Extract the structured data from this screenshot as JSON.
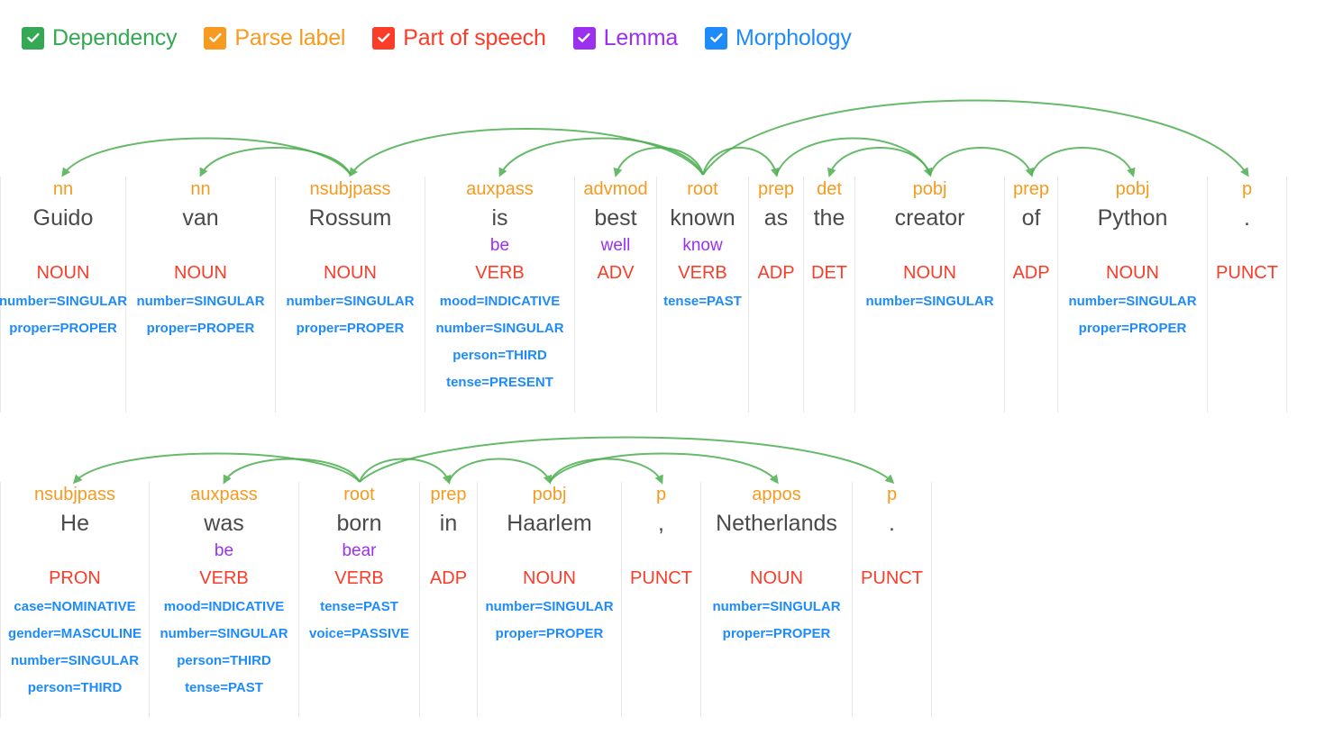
{
  "legend": {
    "items": [
      {
        "label": "Dependency",
        "color": "#34a853",
        "icon": "checkbox-checked-icon",
        "checked": true
      },
      {
        "label": "Parse label",
        "color": "#f79a1f",
        "icon": "checkbox-checked-icon",
        "checked": true
      },
      {
        "label": "Part of speech",
        "color": "#fa3c28",
        "icon": "checkbox-checked-icon",
        "checked": true
      },
      {
        "label": "Lemma",
        "color": "#9b30ef",
        "icon": "checkbox-checked-icon",
        "checked": true
      },
      {
        "label": "Morphology",
        "color": "#1e8bfa",
        "icon": "checkbox-checked-icon",
        "checked": true
      }
    ]
  },
  "colors": {
    "dependency_arc": "#4caf50",
    "parse_label": "#f79a1f",
    "word": "#4a4a4a",
    "lemma": "#9b30ef",
    "part_of_speech": "#fa3c28",
    "morphology": "#1e8bfa",
    "divider": "#e8e8e8",
    "background": "#ffffff"
  },
  "sentences": [
    {
      "text": "Guido van Rossum is best known as the creator of Python .",
      "tokens": [
        {
          "word": "Guido",
          "dep": "nn",
          "lemma": "",
          "pos": "NOUN",
          "morph": [
            "number=SINGULAR",
            "proper=PROPER"
          ],
          "width": 140,
          "head": 2
        },
        {
          "word": "van",
          "dep": "nn",
          "lemma": "",
          "pos": "NOUN",
          "morph": [
            "number=SINGULAR",
            "proper=PROPER"
          ],
          "width": 166,
          "head": 2
        },
        {
          "word": "Rossum",
          "dep": "nsubjpass",
          "lemma": "",
          "pos": "NOUN",
          "morph": [
            "number=SINGULAR",
            "proper=PROPER"
          ],
          "width": 166,
          "head": 5
        },
        {
          "word": "is",
          "dep": "auxpass",
          "lemma": "be",
          "pos": "VERB",
          "morph": [
            "mood=INDICATIVE",
            "number=SINGULAR",
            "person=THIRD",
            "tense=PRESENT"
          ],
          "width": 166,
          "head": 5
        },
        {
          "word": "best",
          "dep": "advmod",
          "lemma": "well",
          "pos": "ADV",
          "morph": [],
          "width": 91,
          "head": 5
        },
        {
          "word": "known",
          "dep": "root",
          "lemma": "know",
          "pos": "VERB",
          "morph": [
            "tense=PAST"
          ],
          "width": 102,
          "head": 5
        },
        {
          "word": "as",
          "dep": "prep",
          "lemma": "",
          "pos": "ADP",
          "morph": [],
          "width": 61,
          "head": 5
        },
        {
          "word": "the",
          "dep": "det",
          "lemma": "",
          "pos": "DET",
          "morph": [],
          "width": 57,
          "head": 8
        },
        {
          "word": "creator",
          "dep": "pobj",
          "lemma": "",
          "pos": "NOUN",
          "morph": [
            "number=SINGULAR"
          ],
          "width": 166,
          "head": 6
        },
        {
          "word": "of",
          "dep": "prep",
          "lemma": "",
          "pos": "ADP",
          "morph": [],
          "width": 59,
          "head": 8
        },
        {
          "word": "Python",
          "dep": "pobj",
          "lemma": "",
          "pos": "NOUN",
          "morph": [
            "number=SINGULAR",
            "proper=PROPER"
          ],
          "width": 166,
          "head": 9
        },
        {
          "word": ".",
          "dep": "p",
          "lemma": "",
          "pos": "PUNCT",
          "morph": [],
          "width": 88,
          "head": 5
        }
      ]
    },
    {
      "text": "He was born in Haarlem , Netherlands .",
      "tokens": [
        {
          "word": "He",
          "dep": "nsubjpass",
          "lemma": "",
          "pos": "PRON",
          "morph": [
            "case=NOMINATIVE",
            "gender=MASCULINE",
            "number=SINGULAR",
            "person=THIRD"
          ],
          "width": 166,
          "head": 2
        },
        {
          "word": "was",
          "dep": "auxpass",
          "lemma": "be",
          "pos": "VERB",
          "morph": [
            "mood=INDICATIVE",
            "number=SINGULAR",
            "person=THIRD",
            "tense=PAST"
          ],
          "width": 166,
          "head": 2
        },
        {
          "word": "born",
          "dep": "root",
          "lemma": "bear",
          "pos": "VERB",
          "morph": [
            "tense=PAST",
            "voice=PASSIVE"
          ],
          "width": 134,
          "head": 2
        },
        {
          "word": "in",
          "dep": "prep",
          "lemma": "",
          "pos": "ADP",
          "morph": [],
          "width": 64,
          "head": 2
        },
        {
          "word": "Haarlem",
          "dep": "pobj",
          "lemma": "",
          "pos": "NOUN",
          "morph": [
            "number=SINGULAR",
            "proper=PROPER"
          ],
          "width": 160,
          "head": 3
        },
        {
          "word": ",",
          "dep": "p",
          "lemma": "",
          "pos": "PUNCT",
          "morph": [],
          "width": 88,
          "head": 4
        },
        {
          "word": "Netherlands",
          "dep": "appos",
          "lemma": "",
          "pos": "NOUN",
          "morph": [
            "number=SINGULAR",
            "proper=PROPER"
          ],
          "width": 168,
          "head": 4
        },
        {
          "word": ".",
          "dep": "p",
          "lemma": "",
          "pos": "PUNCT",
          "morph": [],
          "width": 88,
          "head": 2
        }
      ]
    }
  ]
}
